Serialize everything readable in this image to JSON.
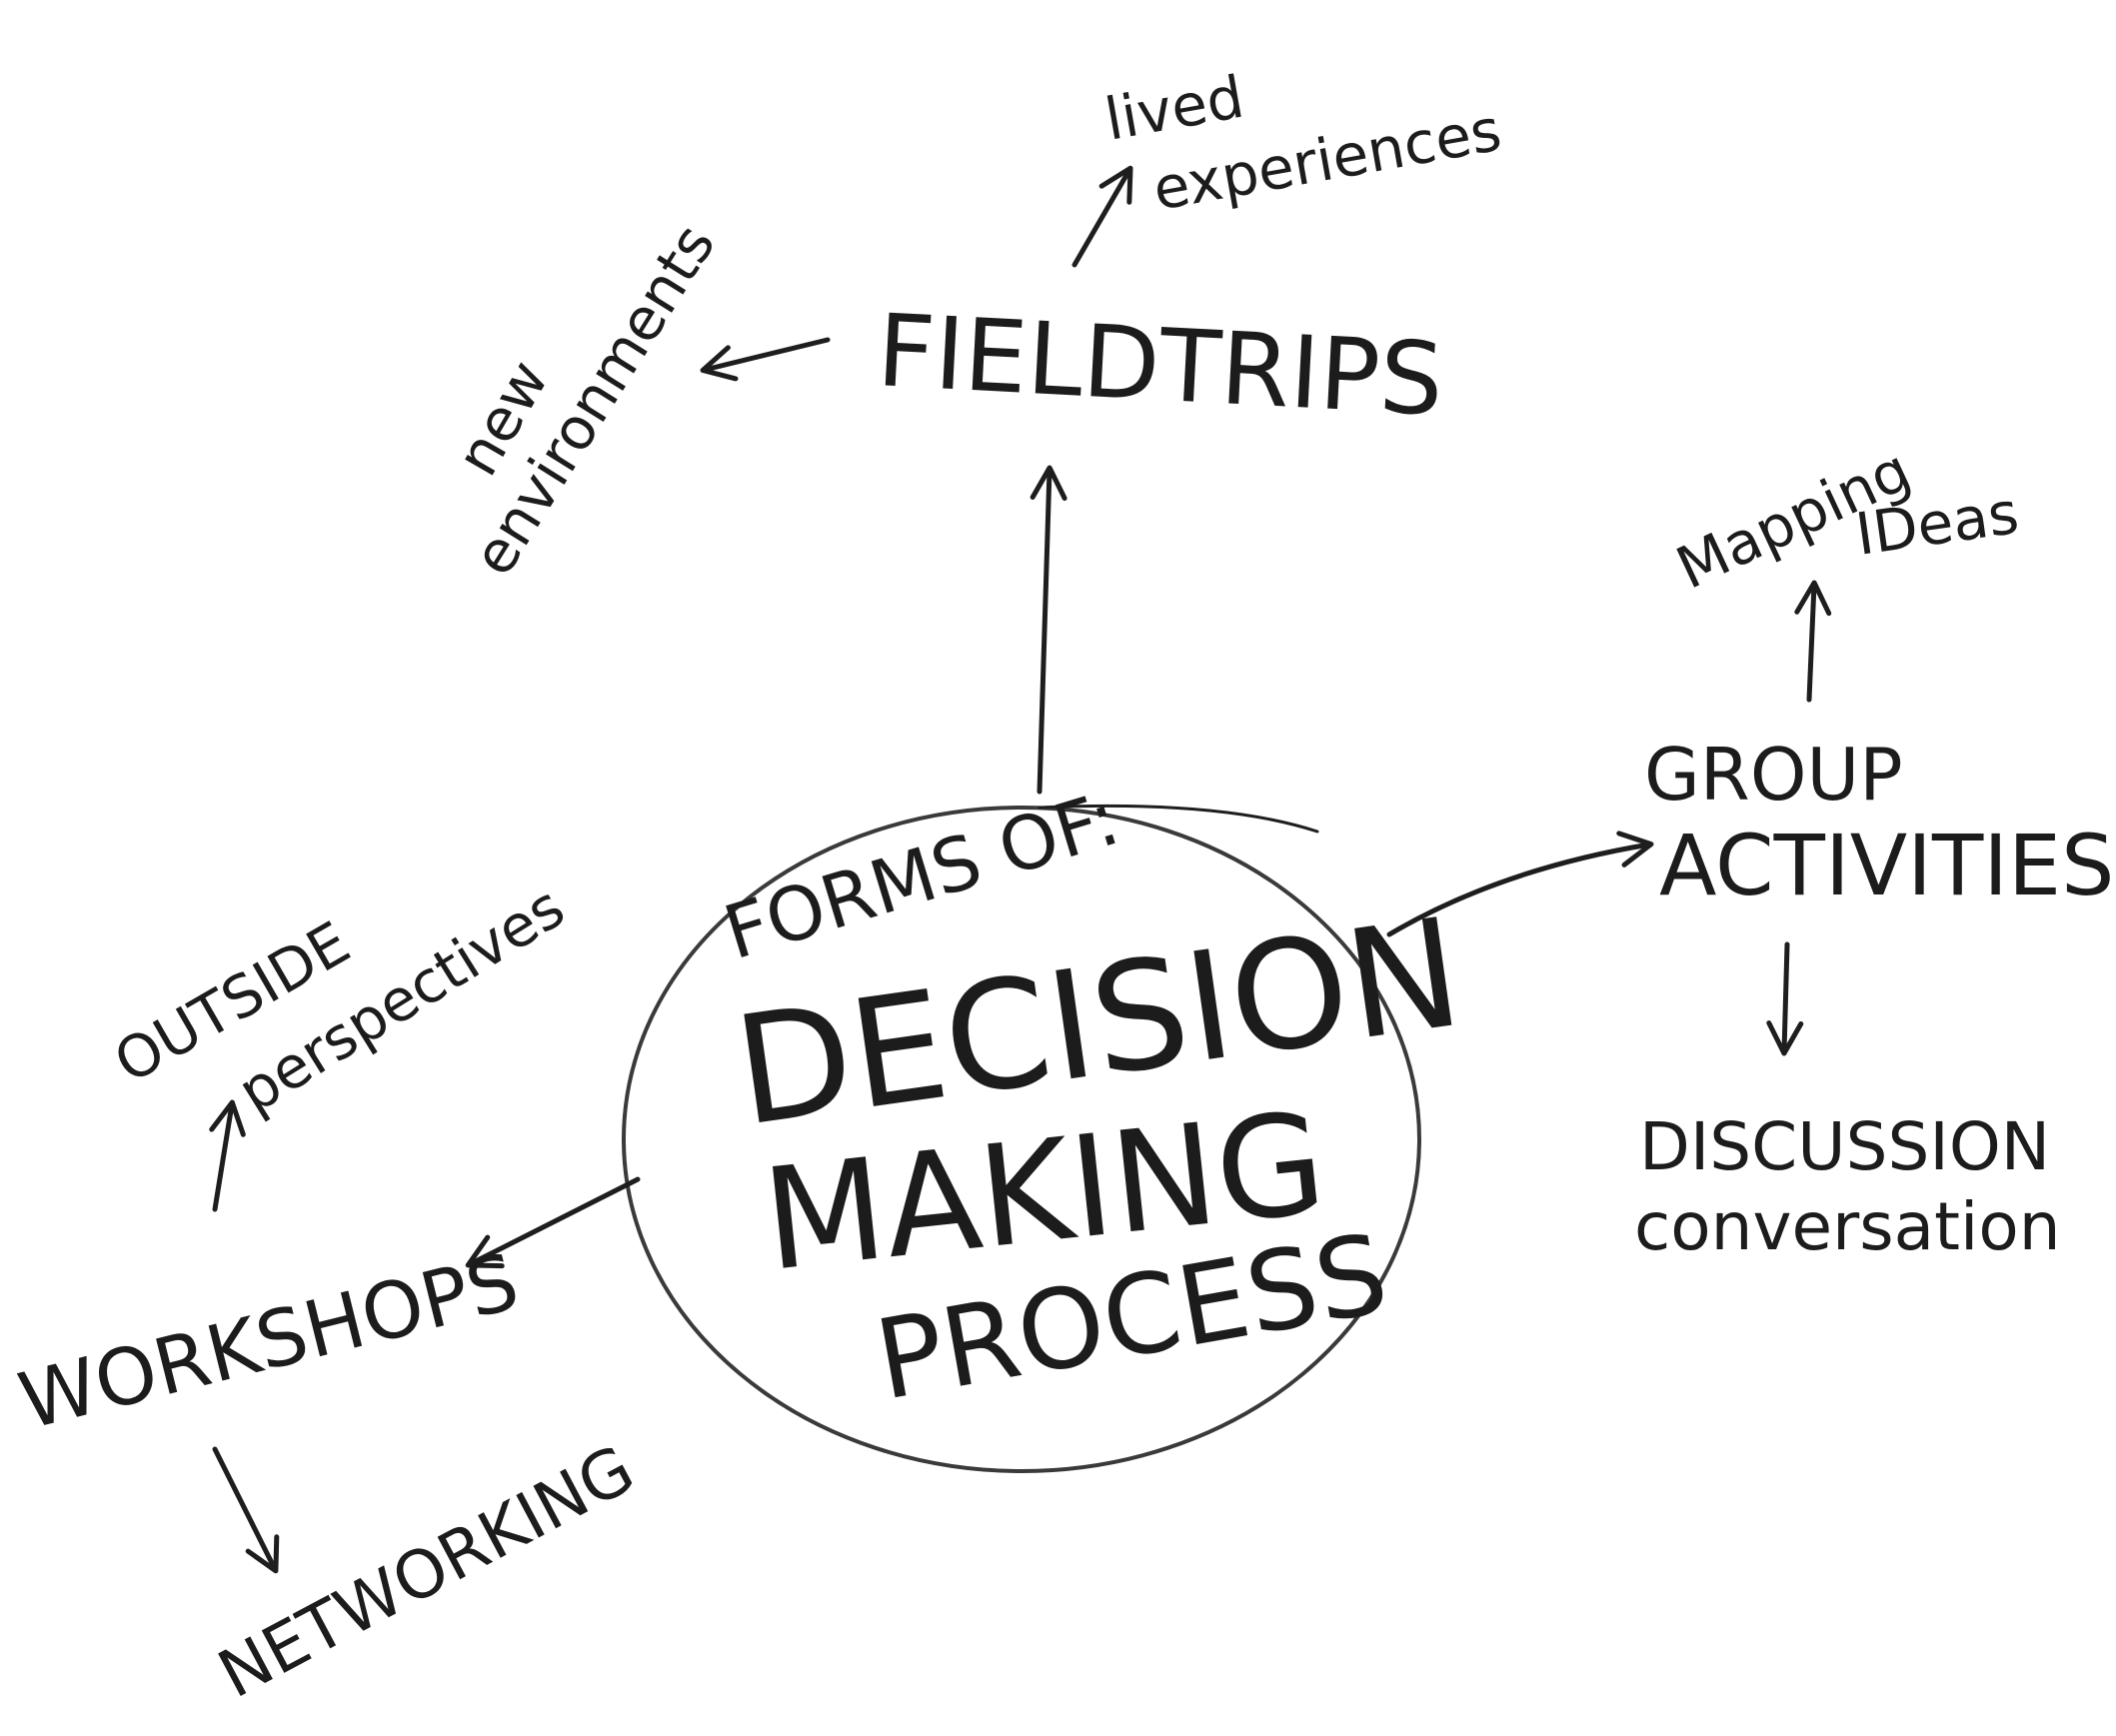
{
  "center": {
    "line1": "FORMS OF:",
    "line2": "DECISION",
    "line3": "MAKING",
    "line4": "PROCESS"
  },
  "nodes": {
    "fieldtrips": "FIELDTRIPS",
    "lived_1": "lived",
    "lived_2": "experiences",
    "new_env_1": "new",
    "new_env_2": "environments",
    "group_1": "GROUP",
    "group_2": "ACTIVITIES",
    "mapping_1": "Mapping",
    "mapping_2": "IDeas",
    "discussion_1": "DISCUSSION",
    "discussion_2": "conversation",
    "workshops": "WORKSHOPS",
    "outside_1": "OUTSIDE",
    "outside_2": "perspectives",
    "networking": "NETWORKING"
  }
}
